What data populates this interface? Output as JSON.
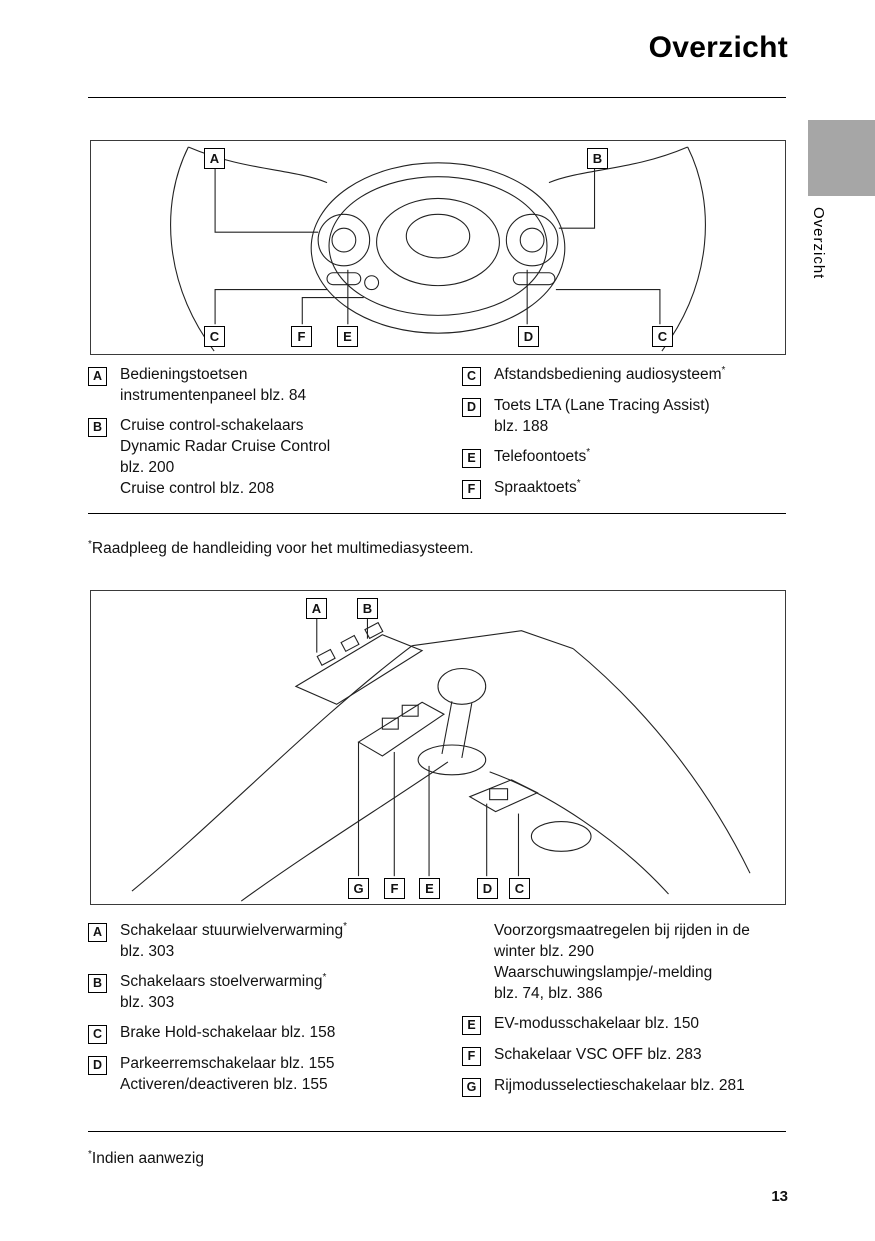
{
  "page": {
    "title": "Overzicht",
    "side_label": "Overzicht",
    "tab_color": "#a6a6a6",
    "footnote1": "*Raadpleeg de handleiding voor het multimediasysteem.",
    "footnote2": "*Indien aanwezig",
    "page_number": "13"
  },
  "figure1": {
    "callouts": [
      {
        "label": "A"
      },
      {
        "label": "B"
      },
      {
        "label": "C"
      },
      {
        "label": "F"
      },
      {
        "label": "E"
      },
      {
        "label": "D"
      },
      {
        "label": "C"
      }
    ]
  },
  "figure2": {
    "callouts": [
      {
        "label": "A"
      },
      {
        "label": "B"
      },
      {
        "label": "G"
      },
      {
        "label": "F"
      },
      {
        "label": "E"
      },
      {
        "label": "D"
      },
      {
        "label": "C"
      }
    ]
  },
  "legend1": {
    "left": [
      {
        "key": "A",
        "lines": [
          "Bedieningstoetsen",
          "instrumentenpaneel blz. 84"
        ]
      },
      {
        "key": "B",
        "lines": [
          "Cruise control-schakelaars",
          "Dynamic Radar Cruise Control",
          "blz. 200",
          "Cruise control blz. 208"
        ]
      }
    ],
    "right": [
      {
        "key": "C",
        "lines": [
          "Afstandsbediening audiosysteem*"
        ]
      },
      {
        "key": "D",
        "lines": [
          "Toets LTA (Lane Tracing Assist)",
          "blz. 188"
        ]
      },
      {
        "key": "E",
        "lines": [
          "Telefoontoets*"
        ]
      },
      {
        "key": "F",
        "lines": [
          "Spraaktoets*"
        ]
      }
    ]
  },
  "legend2": {
    "left": [
      {
        "key": "A",
        "lines": [
          "Schakelaar stuurwielverwarming*",
          "blz. 303"
        ]
      },
      {
        "key": "B",
        "lines": [
          "Schakelaars stoelverwarming*",
          "blz. 303"
        ]
      },
      {
        "key": "C",
        "lines": [
          "Brake Hold-schakelaar blz. 158"
        ]
      },
      {
        "key": "D",
        "lines": [
          "Parkeerremschakelaar blz. 155",
          "Activeren/deactiveren blz. 155"
        ]
      }
    ],
    "right": [
      {
        "key": null,
        "lines": [
          "Voorzorgsmaatregelen bij rijden in de",
          "winter blz. 290",
          "Waarschuwingslampje/-melding",
          "blz. 74, blz. 386"
        ]
      },
      {
        "key": "E",
        "lines": [
          "EV-modusschakelaar blz. 150"
        ]
      },
      {
        "key": "F",
        "lines": [
          "Schakelaar VSC OFF blz. 283"
        ]
      },
      {
        "key": "G",
        "lines": [
          "Rijmodusselectieschakelaar blz. 281"
        ]
      }
    ]
  }
}
